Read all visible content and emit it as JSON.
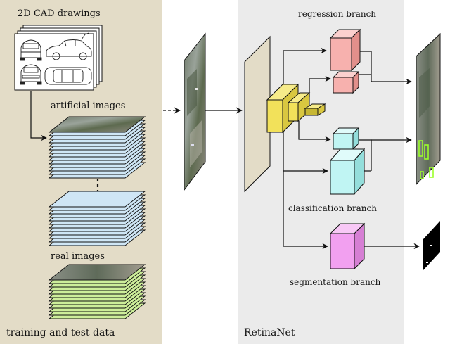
{
  "panels": {
    "data": {
      "caption": "training and test data",
      "background": "#e3dcc7"
    },
    "network": {
      "caption": "RetinaNet",
      "background": "#ebebeb"
    }
  },
  "labels": {
    "cad": "2D CAD drawings",
    "artificial": "artificial images",
    "real": "real images",
    "regression": "regression branch",
    "classification": "classification branch",
    "segmentation": "segmentation branch"
  },
  "colors": {
    "backbone": "#e3dcc7",
    "fpn": "#f2e15a",
    "regression": "#f7b1ae",
    "classification": "#c0f5f3",
    "segmentation": "#f2a0f0",
    "artificial_stack": "#cfe6f5",
    "real_stack": "#cdee9a",
    "detection_box": "#9bff2a",
    "arrow": "#111111"
  },
  "icons": [
    "car-drawing-icon",
    "aerial-image-icon",
    "segmentation-mask-icon"
  ]
}
